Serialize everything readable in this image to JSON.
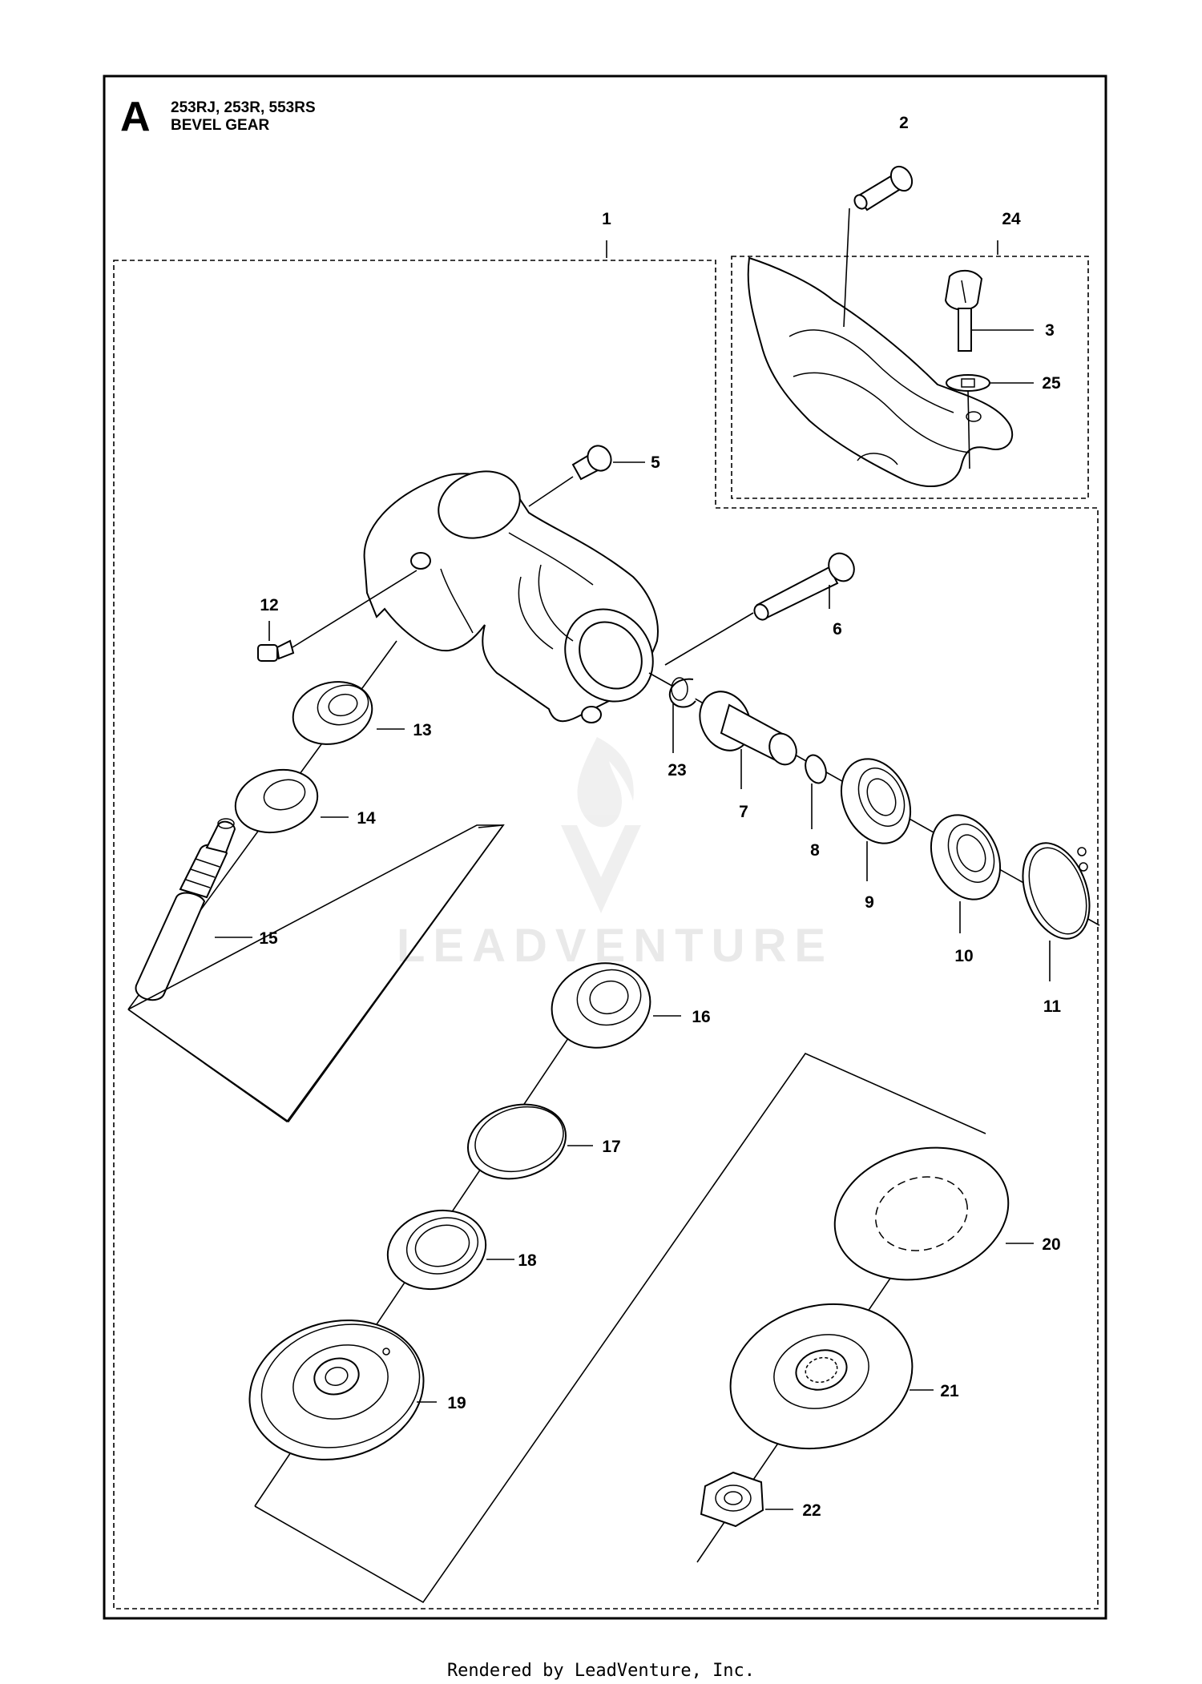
{
  "section_letter": "A",
  "models": "253RJ, 253R, 553RS",
  "title": "BEVEL GEAR",
  "footer": "Rendered by LeadVenture, Inc.",
  "watermark": "LEADVENTURE",
  "callouts": {
    "c1": "1",
    "c2": "2",
    "c3": "3",
    "c5": "5",
    "c6": "6",
    "c7": "7",
    "c8": "8",
    "c9": "9",
    "c10": "10",
    "c11": "11",
    "c12": "12",
    "c13": "13",
    "c14": "14",
    "c15": "15",
    "c16": "16",
    "c17": "17",
    "c18": "18",
    "c19": "19",
    "c20": "20",
    "c21": "21",
    "c22": "22",
    "c23": "23",
    "c24": "24",
    "c25": "25"
  }
}
